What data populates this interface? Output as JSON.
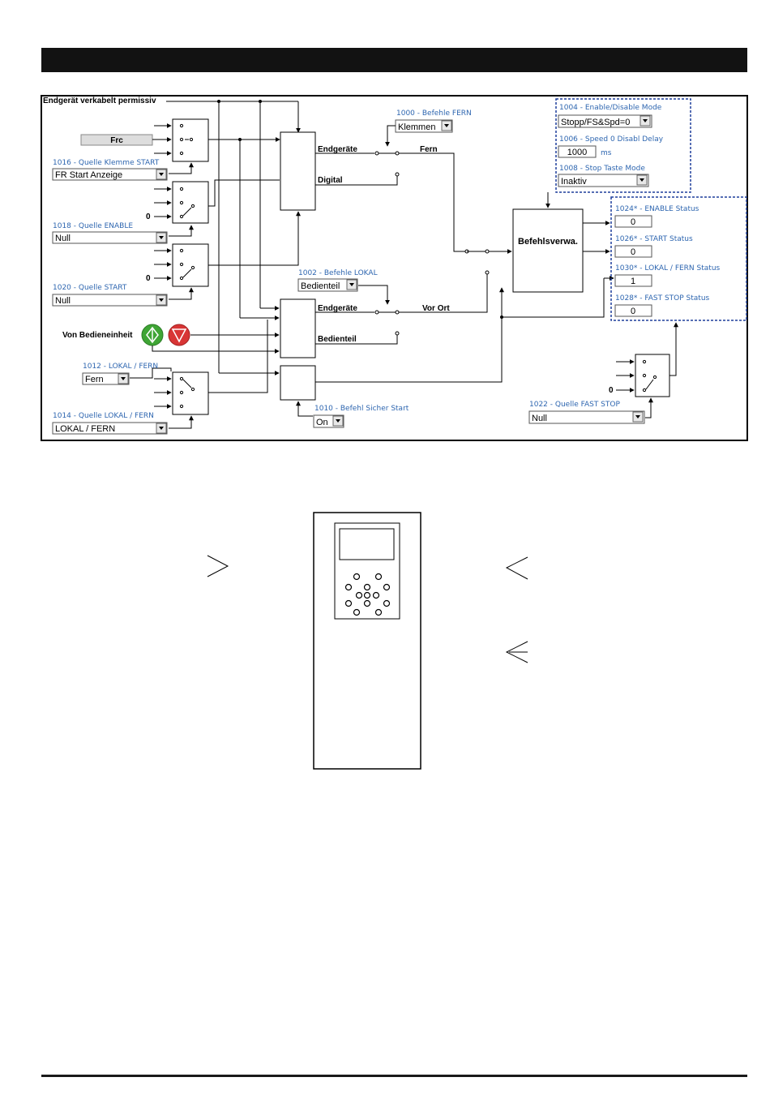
{
  "header": {
    "title": ""
  },
  "diagram": {
    "title_permissive": "Endgerät verkabelt permissiv",
    "frc_button": "Frc",
    "params": {
      "p1016": {
        "label": "1016 - Quelle Klemme START",
        "value": "FR Start Anzeige"
      },
      "p1018": {
        "label": "1018 - Quelle ENABLE",
        "value": "Null"
      },
      "p1020": {
        "label": "1020 - Quelle START",
        "value": "Null"
      },
      "p1012": {
        "label": "1012 - LOKAL / FERN",
        "value": "Fern"
      },
      "p1014": {
        "label": "1014 - Quelle LOKAL / FERN",
        "value": "LOKAL / FERN"
      },
      "p1000": {
        "label": "1000 - Befehle FERN",
        "value": "Klemmen"
      },
      "p1002": {
        "label": "1002 - Befehle LOKAL",
        "value": "Bedienteil"
      },
      "p1010": {
        "label": "1010 - Befehl Sicher Start",
        "value": "On"
      },
      "p1004": {
        "label": "1004 - Enable/Disable Mode",
        "value": "Stopp/FS&Spd=0"
      },
      "p1006": {
        "label": "1006 - Speed 0 Disabl Delay",
        "value": "1000",
        "unit": "ms"
      },
      "p1008": {
        "label": "1008 - Stop Taste Mode",
        "value": "Inaktiv"
      },
      "p1022": {
        "label": "1022 - Quelle FAST STOP",
        "value": "Null"
      }
    },
    "status": {
      "s1024": {
        "label": "1024* - ENABLE Status",
        "value": "0"
      },
      "s1026": {
        "label": "1026* - START Status",
        "value": "0"
      },
      "s1030": {
        "label": "1030* - LOKAL / FERN Status",
        "value": "1"
      },
      "s1028": {
        "label": "1028* - FAST STOP Status",
        "value": "0"
      }
    },
    "wire_labels": {
      "endgeraete_top": "Endgeräte",
      "digital": "Digital",
      "fern": "Fern",
      "endgeraete_bottom": "Endgeräte",
      "bedienteil": "Bedienteil",
      "vor_ort": "Vor Ort",
      "von_bedieneinheit": "Von Bedieneinheit",
      "zero_a": "0",
      "zero_b": "0",
      "zero_c": "0"
    },
    "befehlsverwa": "Befehlsverwa.",
    "colors": {
      "start_button": "#3fa535",
      "stop_button": "#d83535",
      "param_label": "#2e66b0",
      "dash_border": "#1f3f9c"
    }
  }
}
